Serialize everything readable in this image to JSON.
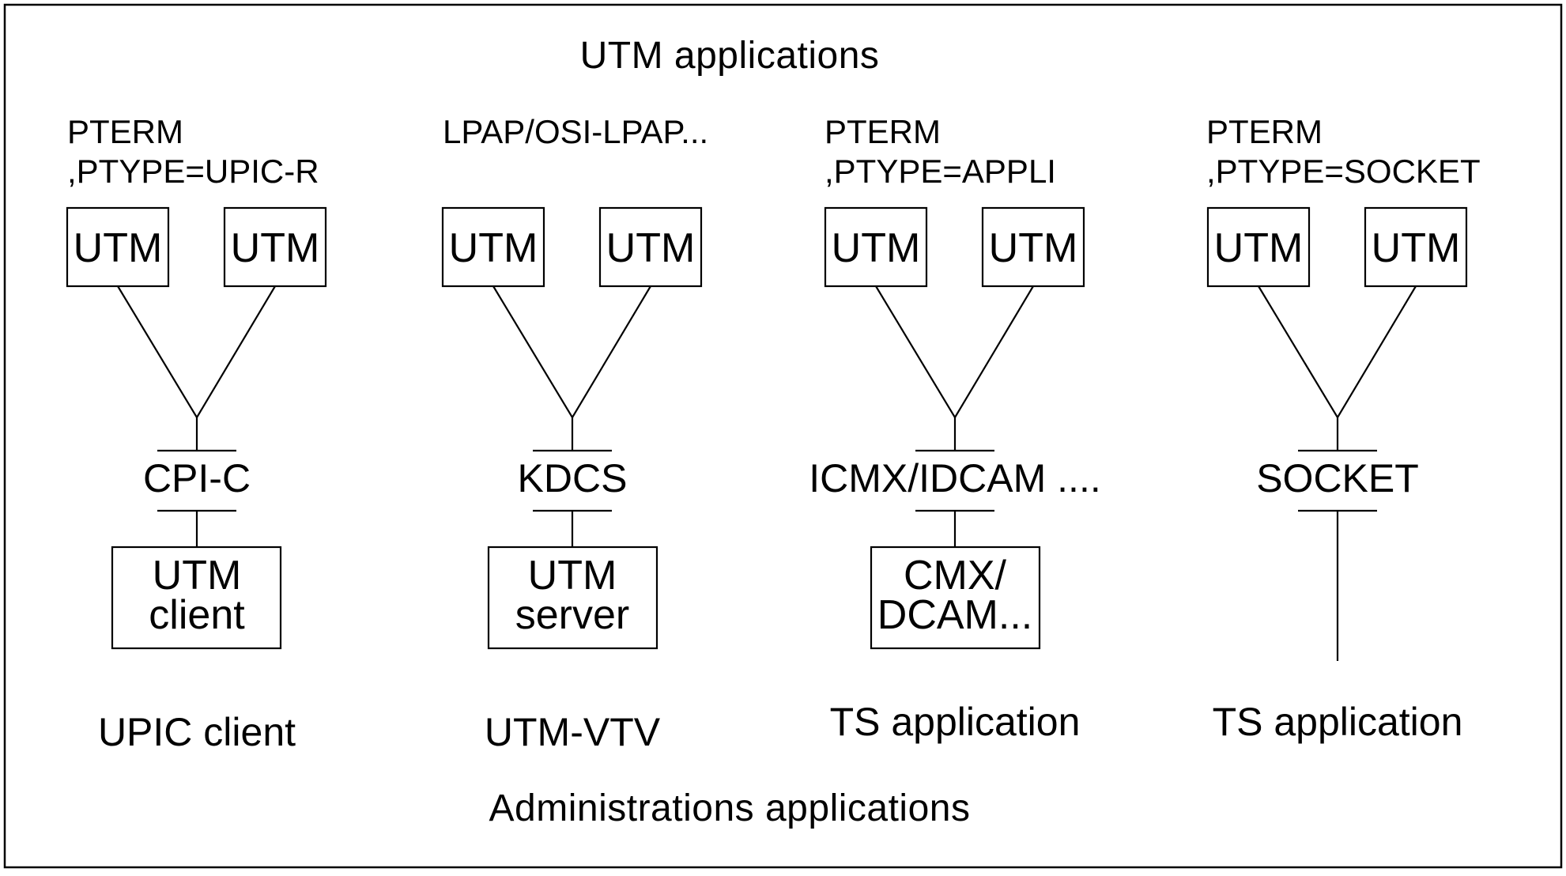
{
  "diagram": {
    "top_title": "UTM applications",
    "bottom_title": "Administrations applications",
    "columns": [
      {
        "config_label": [
          "PTERM",
          ",PTYPE=UPIC-R"
        ],
        "nodes": [
          "UTM",
          "UTM"
        ],
        "interface": "CPI-C",
        "component": [
          "UTM",
          "client"
        ],
        "caption": "UPIC client"
      },
      {
        "config_label": [
          "LPAP/OSI-LPAP..."
        ],
        "nodes": [
          "UTM",
          "UTM"
        ],
        "interface": "KDCS",
        "component": [
          "UTM",
          "server"
        ],
        "caption": "UTM-VTV"
      },
      {
        "config_label": [
          "PTERM",
          ",PTYPE=APPLI"
        ],
        "nodes": [
          "UTM",
          "UTM"
        ],
        "interface": "ICMX/IDCAM ....",
        "component": [
          "CMX/",
          "DCAM..."
        ],
        "caption": "TS application"
      },
      {
        "config_label": [
          "PTERM",
          ",PTYPE=SOCKET"
        ],
        "nodes": [
          "UTM",
          "UTM"
        ],
        "interface": "SOCKET",
        "component": [],
        "caption": "TS application"
      }
    ]
  }
}
